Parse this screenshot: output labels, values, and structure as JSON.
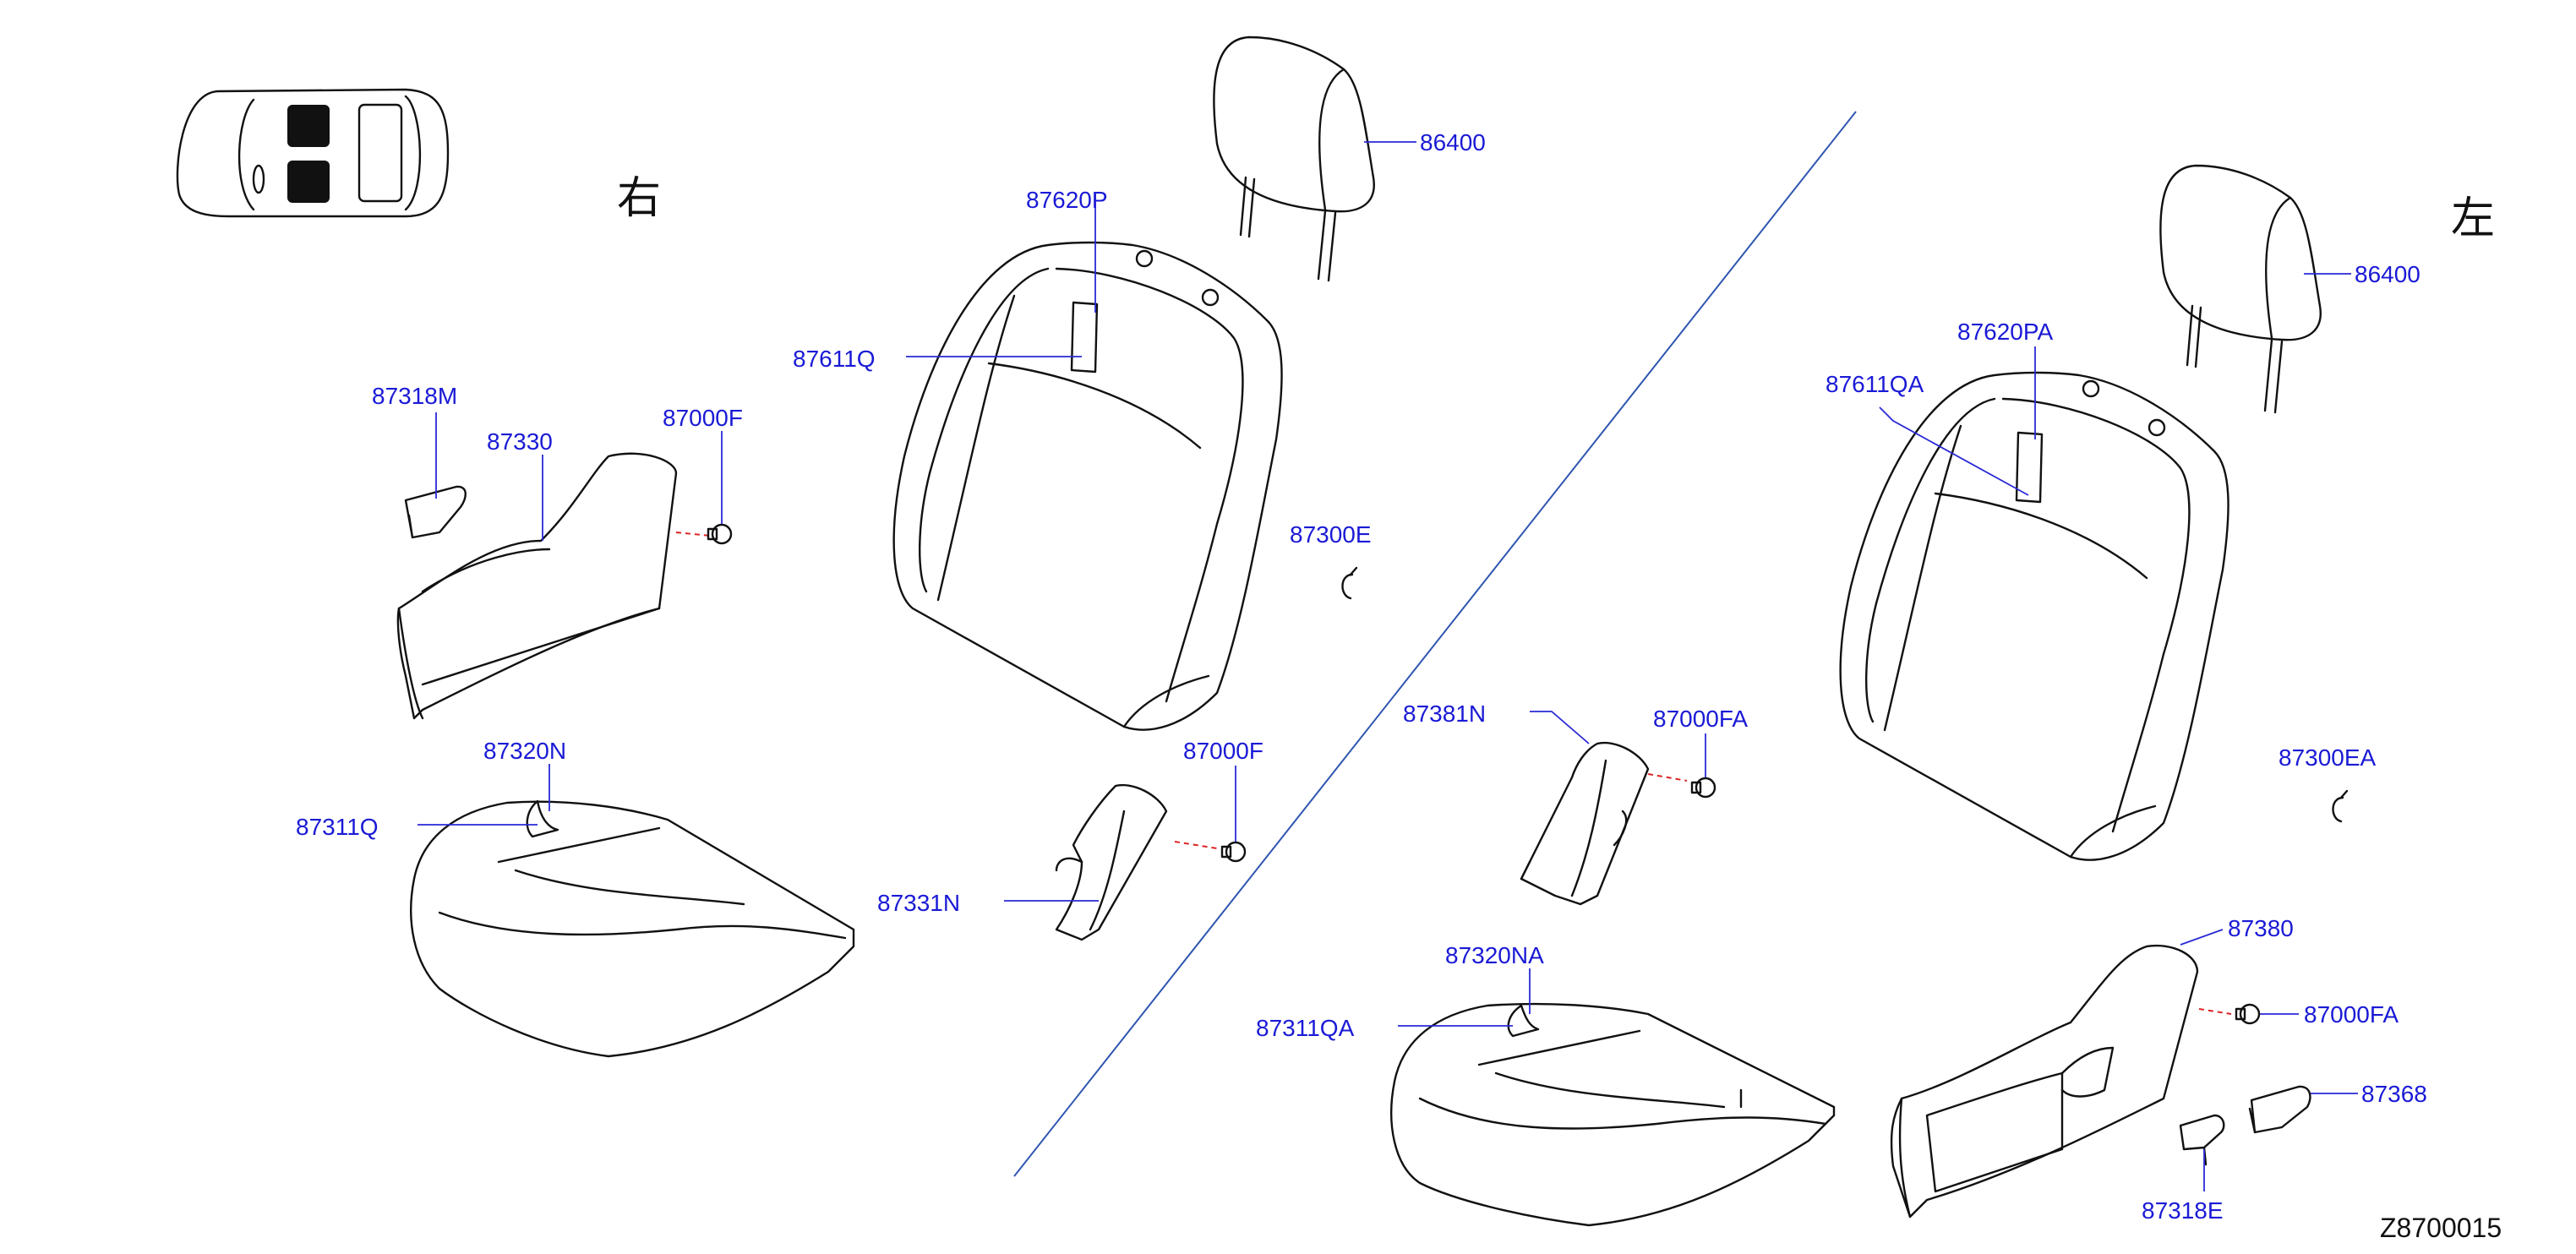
{
  "diagram": {
    "side_labels": {
      "right": "右",
      "left": "左"
    },
    "drawing_code": "Z8700015",
    "parts": {
      "p86400_r": "86400",
      "p87620P": "87620P",
      "p87611Q": "87611Q",
      "p87318M": "87318M",
      "p87330": "87330",
      "p87000F_a": "87000F",
      "p87300E": "87300E",
      "p87320N": "87320N",
      "p87311Q": "87311Q",
      "p87000F_b": "87000F",
      "p87331N": "87331N",
      "p86400_l": "86400",
      "p87620PA": "87620PA",
      "p87611QA": "87611QA",
      "p87381N": "87381N",
      "p87000FA_a": "87000FA",
      "p87300EA": "87300EA",
      "p87320NA": "87320NA",
      "p87311QA": "87311QA",
      "p87380": "87380",
      "p87000FA_b": "87000FA",
      "p87368": "87368",
      "p87318E": "87318E"
    },
    "colors": {
      "label": "#1a1ad6",
      "line": "#111111",
      "divider": "#2f56b0",
      "fastener_line": "#dd2222"
    }
  }
}
